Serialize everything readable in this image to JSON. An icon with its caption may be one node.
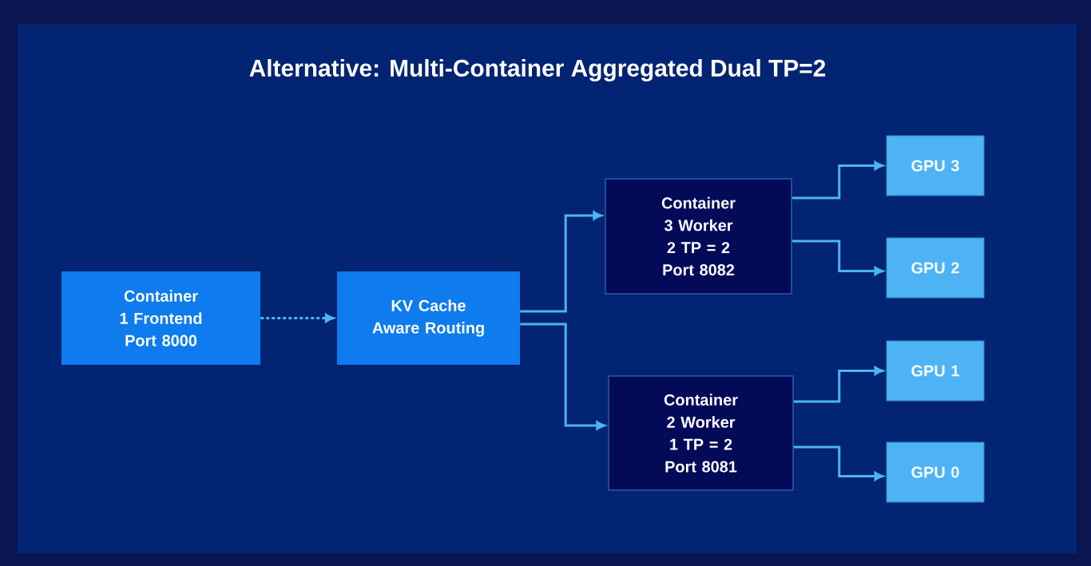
{
  "diagram": {
    "title": "Alternative: Multi-Container Aggregated Dual TP=2",
    "nodes": [
      {
        "text": [
          "Container 1 Frontend Port 8000"
        ]
      },
      {
        "text": [
          "KV Cache Aware Routing"
        ]
      },
      {
        "text": [
          "Container 3 Worker 2 TP = 2 Port 8082"
        ]
      },
      {
        "text": [
          "Container 2 Worker 1 TP = 2 Port 8081"
        ]
      },
      {
        "text": [
          "GPU 3"
        ]
      },
      {
        "text": [
          "GPU 2"
        ]
      },
      {
        "text": [
          "GPU 1"
        ]
      },
      {
        "text": [
          "GPU 0"
        ]
      }
    ],
    "edges": [
      {
        "from": 0,
        "to": 1,
        "arrow": "to",
        "style": "dashed"
      },
      {
        "from": 1,
        "to": 2,
        "arrow": "to"
      },
      {
        "from": 1,
        "to": 3,
        "arrow": "to"
      },
      {
        "from": 2,
        "to": 4,
        "arrow": "to"
      },
      {
        "from": 2,
        "to": 5,
        "arrow": "to"
      },
      {
        "from": 3,
        "to": 6,
        "arrow": "to"
      },
      {
        "from": 3,
        "to": 7,
        "arrow": "to"
      }
    ]
  }
}
